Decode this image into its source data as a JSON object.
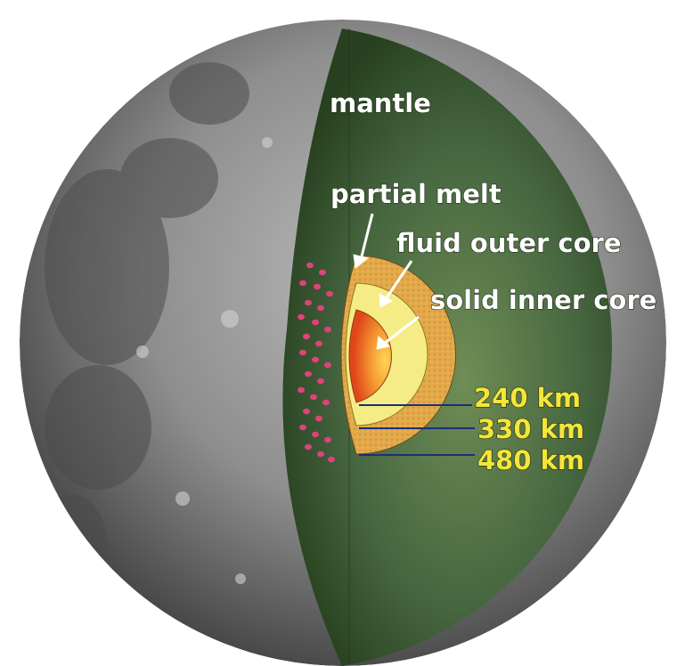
{
  "labels": {
    "mantle": "mantle",
    "partial_melt": "partial melt",
    "fluid_outer_core": "fluid outer core",
    "solid_inner_core": "solid inner core"
  },
  "radii": {
    "inner_core": "240 km",
    "outer_core": "330 km",
    "partial_melt": "480 km"
  },
  "colors": {
    "mantle": "#3d5a30",
    "partial_melt": "#e2a84a",
    "fluid_outer_core": "#f5ec86",
    "solid_inner_core": "#ee6a1e",
    "melt_dots": "#e0427a",
    "radius_text": "#f3e63a",
    "label_text": "#ffffff"
  }
}
